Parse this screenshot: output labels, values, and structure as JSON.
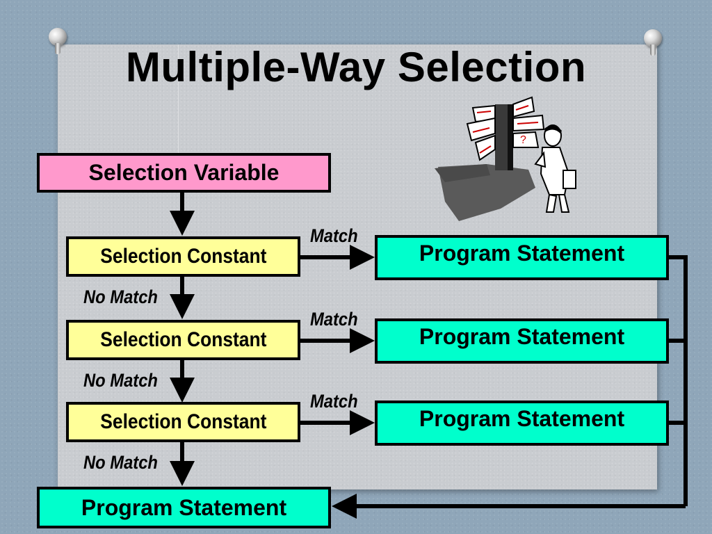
{
  "title": "Multiple-Way Selection",
  "variable_box": "Selection Variable",
  "rows": [
    {
      "constant": "Selection Constant",
      "no_match": "No Match",
      "match": "Match",
      "statement": "Program Statement"
    },
    {
      "constant": "Selection Constant",
      "no_match": "No Match",
      "match": "Match",
      "statement": "Program Statement"
    },
    {
      "constant": "Selection Constant",
      "no_match": "No Match",
      "match": "Match",
      "statement": "Program Statement"
    }
  ],
  "final_statement": "Program Statement",
  "colors": {
    "variable_fill": "#ff99cc",
    "constant_fill": "#ffff99",
    "statement_fill": "#00ffcc",
    "sign_arrow": "#cc0000"
  },
  "clipart": {
    "icon": "signpost-thinking-person-icon",
    "sign_glyph": "?"
  }
}
